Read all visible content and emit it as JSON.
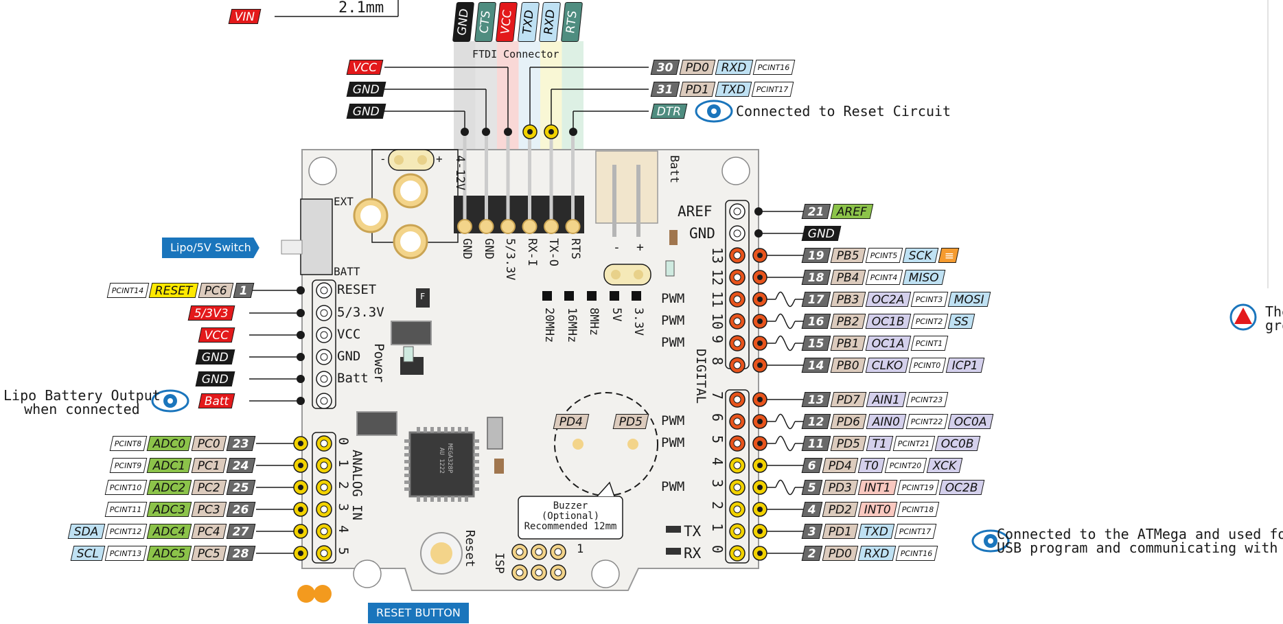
{
  "labels": {
    "vin": "VIN",
    "jack": "2.1mm",
    "ftdi_title": "FTDI Connector",
    "ftdi_header": [
      "GND",
      "CTS",
      "VCC",
      "TXD",
      "RXD",
      "RTS"
    ],
    "ftdi_left": [
      "VCC",
      "GND",
      "GND"
    ],
    "ftdi_right": [
      {
        "num": "30",
        "port": "PD0",
        "fn": "RXD",
        "pcint": "PCINT16"
      },
      {
        "num": "31",
        "port": "PD1",
        "fn": "TXD",
        "pcint": "PCINT17"
      }
    ],
    "dtr": "DTR",
    "dtr_note": "Connected to Reset Circuit",
    "lipo_switch": "Lipo/5V Switch",
    "reset_button": "RESET BUTTON",
    "left_power": {
      "pcint": "PCINT14",
      "reset": "RESET",
      "port": "PC6",
      "num": "1"
    },
    "left_pins": [
      "5/3V3",
      "VCC",
      "GND",
      "GND",
      "Batt"
    ],
    "batt_note": [
      "Lipo Battery Output",
      "when connected"
    ],
    "analog": [
      {
        "pcint": "PCINT8",
        "adc": "ADC0",
        "port": "PC0",
        "num": "23",
        "extra": ""
      },
      {
        "pcint": "PCINT9",
        "adc": "ADC1",
        "port": "PC1",
        "num": "24",
        "extra": ""
      },
      {
        "pcint": "PCINT10",
        "adc": "ADC2",
        "port": "PC2",
        "num": "25",
        "extra": ""
      },
      {
        "pcint": "PCINT11",
        "adc": "ADC3",
        "port": "PC3",
        "num": "26",
        "extra": ""
      },
      {
        "pcint": "PCINT12",
        "adc": "ADC4",
        "port": "PC4",
        "num": "27",
        "extra": "SDA"
      },
      {
        "pcint": "PCINT13",
        "adc": "ADC5",
        "port": "PC5",
        "num": "28",
        "extra": "SCL"
      }
    ],
    "aref": {
      "num": "21",
      "fn": "AREF"
    },
    "gnd_right": "GND",
    "digital": [
      {
        "num": "19",
        "port": "PB5",
        "pcint": "PCINT5",
        "fn": "SCK",
        "fn2": "",
        "pwm": false
      },
      {
        "num": "18",
        "port": "PB4",
        "pcint": "PCINT4",
        "fn": "MISO",
        "fn2": "",
        "pwm": false
      },
      {
        "num": "17",
        "port": "PB3",
        "fn": "OC2A",
        "pcint": "PCINT3",
        "fn2": "MOSI",
        "pwm": true
      },
      {
        "num": "16",
        "port": "PB2",
        "fn": "OC1B",
        "pcint": "PCINT2",
        "fn2": "SS",
        "pwm": true
      },
      {
        "num": "15",
        "port": "PB1",
        "fn": "OC1A",
        "pcint": "PCINT1",
        "fn2": "",
        "pwm": true
      },
      {
        "num": "14",
        "port": "PB0",
        "fn": "CLKO",
        "pcint": "PCINT0",
        "fn2": "ICP1",
        "pwm": false
      },
      {
        "num": "13",
        "port": "PD7",
        "fn": "AIN1",
        "pcint": "PCINT23",
        "fn2": "",
        "pwm": false
      },
      {
        "num": "12",
        "port": "PD6",
        "fn": "AIN0",
        "pcint": "PCINT22",
        "fn2": "OC0A",
        "pwm": true
      },
      {
        "num": "11",
        "port": "PD5",
        "fn": "T1",
        "pcint": "PCINT21",
        "fn2": "OC0B",
        "pwm": true
      },
      {
        "num": "6",
        "port": "PD4",
        "fn": "T0",
        "pcint": "PCINT20",
        "fn2": "XCK",
        "pwm": false
      },
      {
        "num": "5",
        "port": "PD3",
        "fn": "INT1",
        "pcint": "PCINT19",
        "fn2": "OC2B",
        "pwm": true
      },
      {
        "num": "4",
        "port": "PD2",
        "fn": "INT0",
        "pcint": "PCINT18",
        "fn2": "",
        "pwm": false
      },
      {
        "num": "3",
        "port": "PD1",
        "fn": "TXD",
        "pcint": "PCINT17",
        "fn2": "",
        "pwm": false
      },
      {
        "num": "2",
        "port": "PD0",
        "fn": "RXD",
        "pcint": "PCINT16",
        "fn2": "",
        "pwm": false
      }
    ],
    "usb_note": [
      "Connected to the ATMega and used for",
      "USB program and communicating with it"
    ],
    "warn_note": [
      "The",
      "gro"
    ],
    "board": {
      "ftdi_rot": [
        "GND",
        "GND",
        "5/3.3V",
        "RX-I",
        "TX-O",
        "RTS"
      ],
      "vin_rot": "4-12V",
      "batt_rot": "Batt",
      "ext": "EXT",
      "batt_sw": "BATT",
      "minus": "-",
      "plus": "+",
      "batt_minus": "-",
      "batt_plus": "+",
      "left_header": [
        "RESET",
        "5/3.3V",
        "VCC",
        "GND",
        "Batt"
      ],
      "power_rot": "Power",
      "analog_digits": [
        "0",
        "1",
        "2",
        "3",
        "4",
        "5"
      ],
      "analog_in": "ANALOG IN",
      "freq_rot": [
        "20MHz",
        "16MHz",
        "8MHz",
        "5V",
        "3.3V"
      ],
      "aref": "AREF",
      "gnd": "GND",
      "pin_nums_top": [
        "13",
        "12",
        "11",
        "10",
        "9",
        "8"
      ],
      "pin_nums_bot": [
        "7",
        "6",
        "5",
        "4",
        "3",
        "2",
        "1",
        "0"
      ],
      "pwm": "PWM",
      "digital_rot": "DIGITAL",
      "tx": "TX",
      "rx": "RX",
      "pd4": "PD4",
      "pd5": "PD5",
      "buzzer": [
        "Buzzer",
        "(Optional)",
        "Recommended 12mm"
      ],
      "reset_rot": "Reset",
      "isp_rot": "ISP",
      "isp_one": "1",
      "chip": [
        "MEGA328P",
        "AU 1222"
      ],
      "fuse": "F"
    }
  },
  "colors": {
    "black": "#1a1a1a",
    "power_red": "#e3191b",
    "adc_green": "#8cc34a",
    "uart_blue": "#bfe1f3",
    "port_tan": "#dccbbd",
    "reset_yellow": "#ffe900",
    "pin_orange": "#e8541c",
    "pin_yellow": "#f2d200",
    "tag_blue": "#1a75bc",
    "board": "#f2f1ee"
  }
}
